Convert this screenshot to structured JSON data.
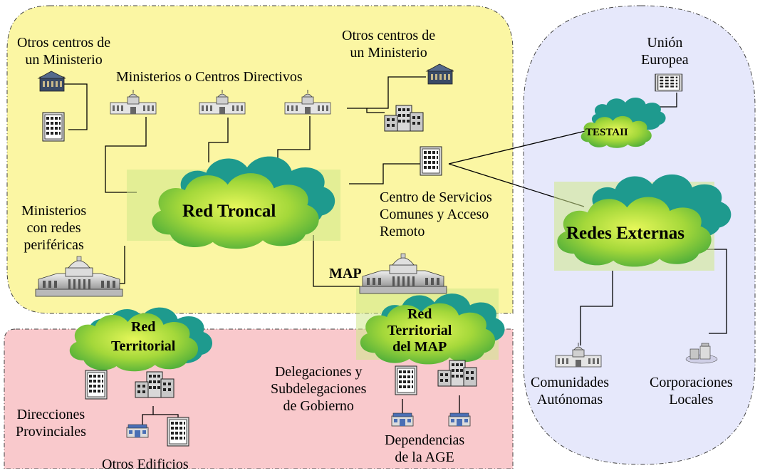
{
  "labels": {
    "otros_centros_left": "Otros centros de\nun Ministerio",
    "otros_centros_right": "Otros centros de\nun Ministerio",
    "ministerios_centros": "Ministerios o Centros Directivos",
    "ministerios_redes": "Ministerios\ncon redes\nperiféricas",
    "centro_servicios": "Centro de Servicios\nComunes y Acceso\nRemoto",
    "union_europea": "Unión\nEuropea",
    "direcciones": "Direcciones\nProvinciales",
    "otros_edificios": "Otros Edificios",
    "delegaciones": "Delegaciones y\nSubdelegaciones\nde Gobierno",
    "dependencias": "Dependencias\nde la AGE",
    "comunidades": "Comunidades\nAutónomas",
    "corporaciones": "Corporaciones\nLocales",
    "map": "MAP"
  },
  "clouds": {
    "red_troncal": "Red Troncal",
    "testa": "TESTAII",
    "redes_externas": "Redes Externas",
    "red_territorial": "Red\nTerritorial",
    "red_territorial_map": "Red\nTerritorial\ndel MAP"
  },
  "colors": {
    "yellow_region": "#fbf6a3",
    "pink_region": "#f9c9cc",
    "blue_region": "#e6e8fb",
    "cloud_light": "#d8f24a",
    "cloud_mid": "#7ec43a",
    "cloud_shadow": "#1e9a8e"
  }
}
